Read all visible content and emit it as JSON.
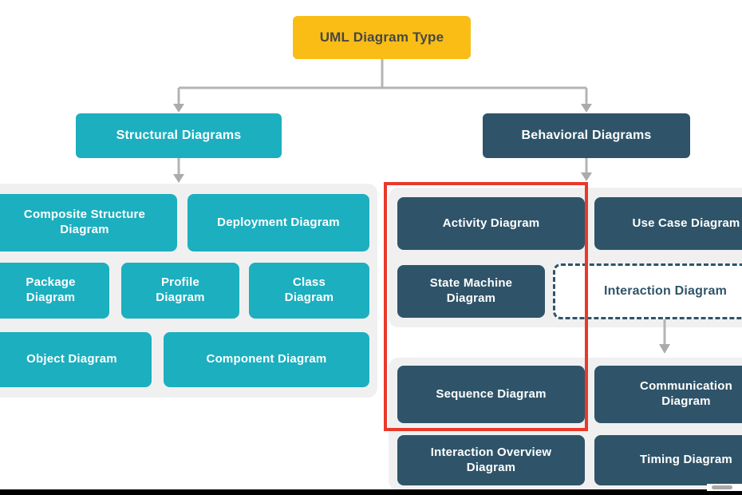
{
  "diagram": {
    "root": "UML Diagram Type",
    "structural": {
      "header": "Structural Diagrams",
      "children": {
        "composite": "Composite Structure\nDiagram",
        "deployment": "Deployment Diagram",
        "package": "Package\nDiagram",
        "profile": "Profile\nDiagram",
        "class": "Class\nDiagram",
        "object": "Object Diagram",
        "component": "Component Diagram"
      }
    },
    "behavioral": {
      "header": "Behavioral Diagrams",
      "children": {
        "activity": "Activity Diagram",
        "usecase": "Use Case Diagram",
        "statemachine": "State Machine\nDiagram",
        "interaction": "Interaction Diagram",
        "sequence": "Sequence Diagram",
        "communication": "Communication\nDiagram",
        "interactionoverview": "Interaction Overview\nDiagram",
        "timing": "Timing Diagram"
      }
    }
  },
  "highlight": {
    "shape": "red-rectangle",
    "border_color": "#e8392b",
    "encloses": [
      "Activity Diagram",
      "State Machine Diagram",
      "Sequence Diagram"
    ]
  },
  "colors": {
    "root_fill": "#f9bd15",
    "root_text": "#474747",
    "structural_fill": "#1cafbf",
    "behavioral_fill": "#2f5469",
    "panel_fill": "#f0f0f1",
    "connector_gray": "#b4b4b4",
    "highlight_red": "#e8392b",
    "box_text": "#ffffff"
  }
}
